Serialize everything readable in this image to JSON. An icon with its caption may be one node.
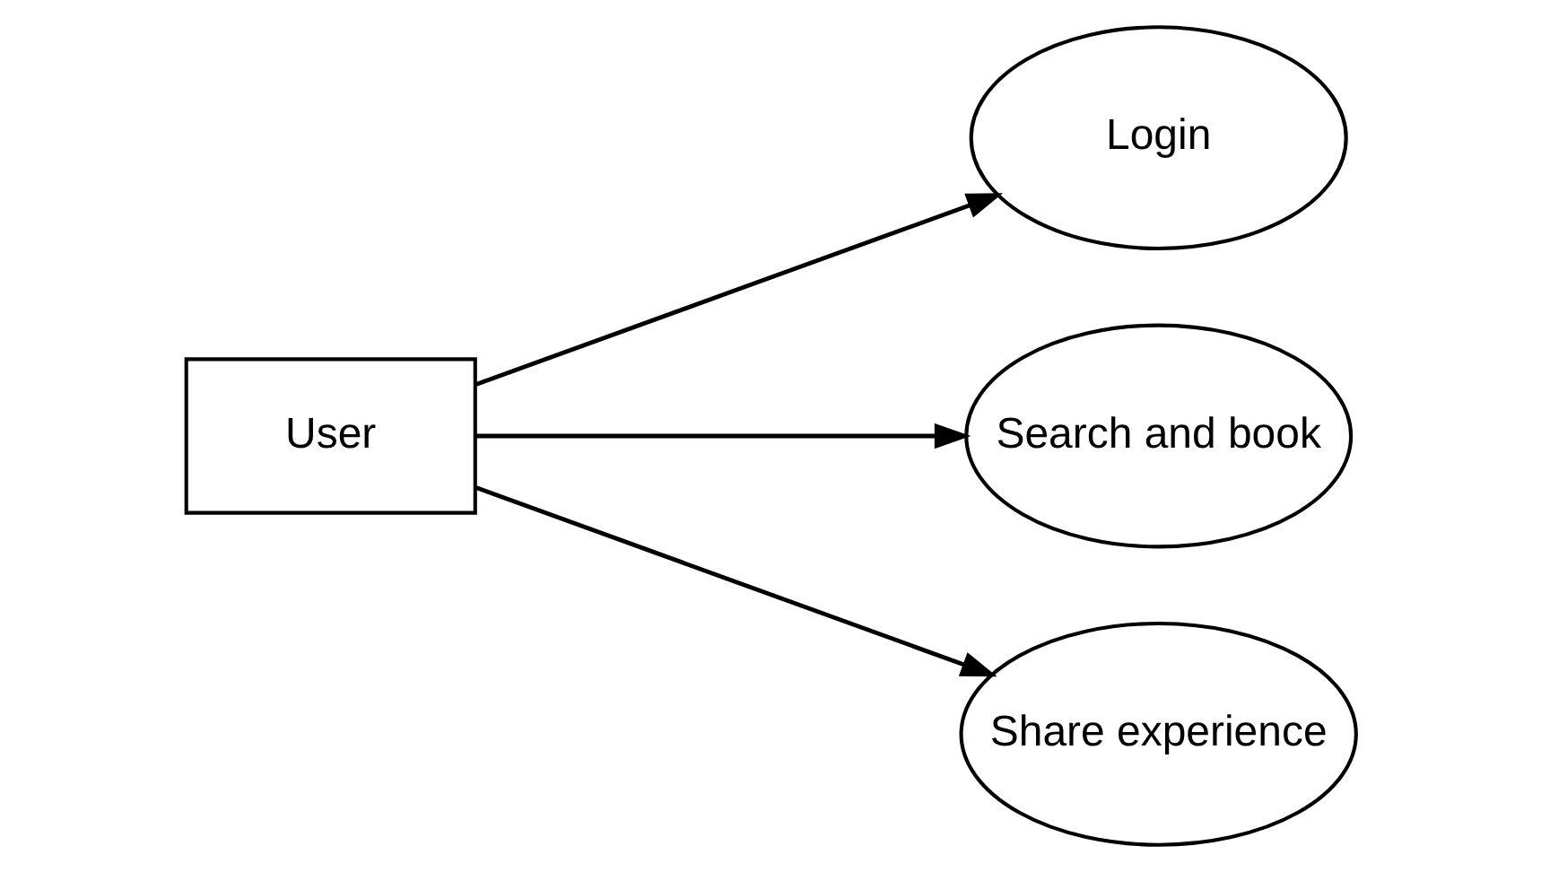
{
  "diagram": {
    "nodes": [
      {
        "text": [
          "User"
        ]
      },
      {
        "text": [
          "Login"
        ]
      },
      {
        "text": [
          "Search and book"
        ]
      },
      {
        "text": [
          "Share experience"
        ]
      }
    ],
    "edges": [
      {
        "from": 0,
        "to": 1,
        "arrow": "to"
      },
      {
        "from": 0,
        "to": 2,
        "arrow": "to"
      },
      {
        "from": 0,
        "to": 3,
        "arrow": "to"
      }
    ]
  }
}
